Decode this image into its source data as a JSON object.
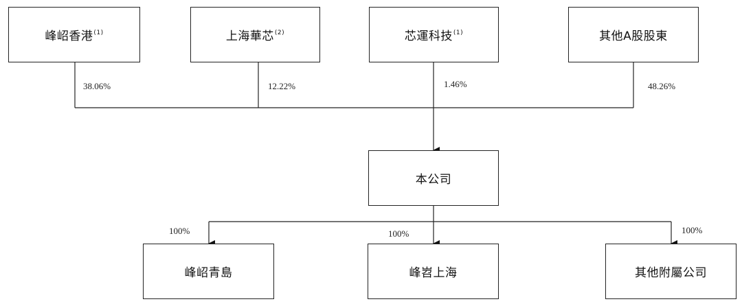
{
  "shareholders": [
    {
      "name": "峰岹香港",
      "note": "(1)",
      "percent": "38.06%"
    },
    {
      "name": "上海華芯",
      "note": "(2)",
      "percent": "12.22%"
    },
    {
      "name": "芯運科技",
      "note": "(1)",
      "percent": "1.46%"
    },
    {
      "name": "其他A股股東",
      "note": "",
      "percent": "48.26%"
    }
  ],
  "company": {
    "name": "本公司"
  },
  "subsidiaries": [
    {
      "name": "峰岹青島",
      "percent": "100%"
    },
    {
      "name": "峰岧上海",
      "percent": "100%"
    },
    {
      "name": "其他附屬公司",
      "percent": "100%"
    }
  ]
}
